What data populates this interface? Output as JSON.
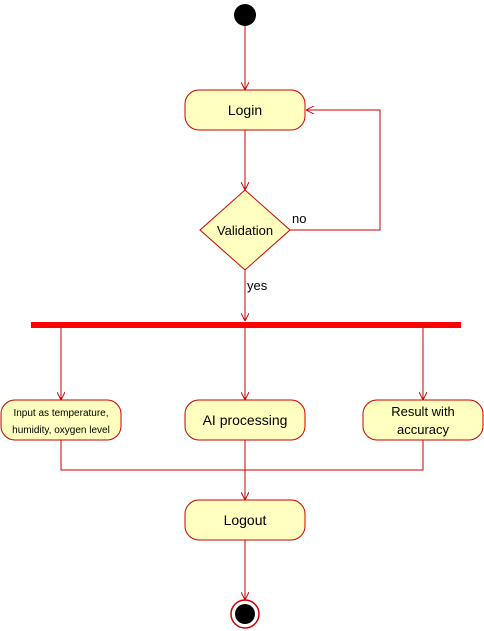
{
  "colors": {
    "stroke": "#cc0000",
    "fill": "#ffffc0",
    "bar": "#ff0000",
    "text": "#000000",
    "terminal": "#000000"
  },
  "nodes": {
    "login": "Login",
    "validation": "Validation",
    "input_line1": "Input as temperature,",
    "input_line2": "humidity, oxygen level",
    "ai_processing": "AI processing",
    "result_line1": "Result with",
    "result_line2": "accuracy",
    "logout": "Logout"
  },
  "guards": {
    "no": "no",
    "yes": "yes"
  }
}
